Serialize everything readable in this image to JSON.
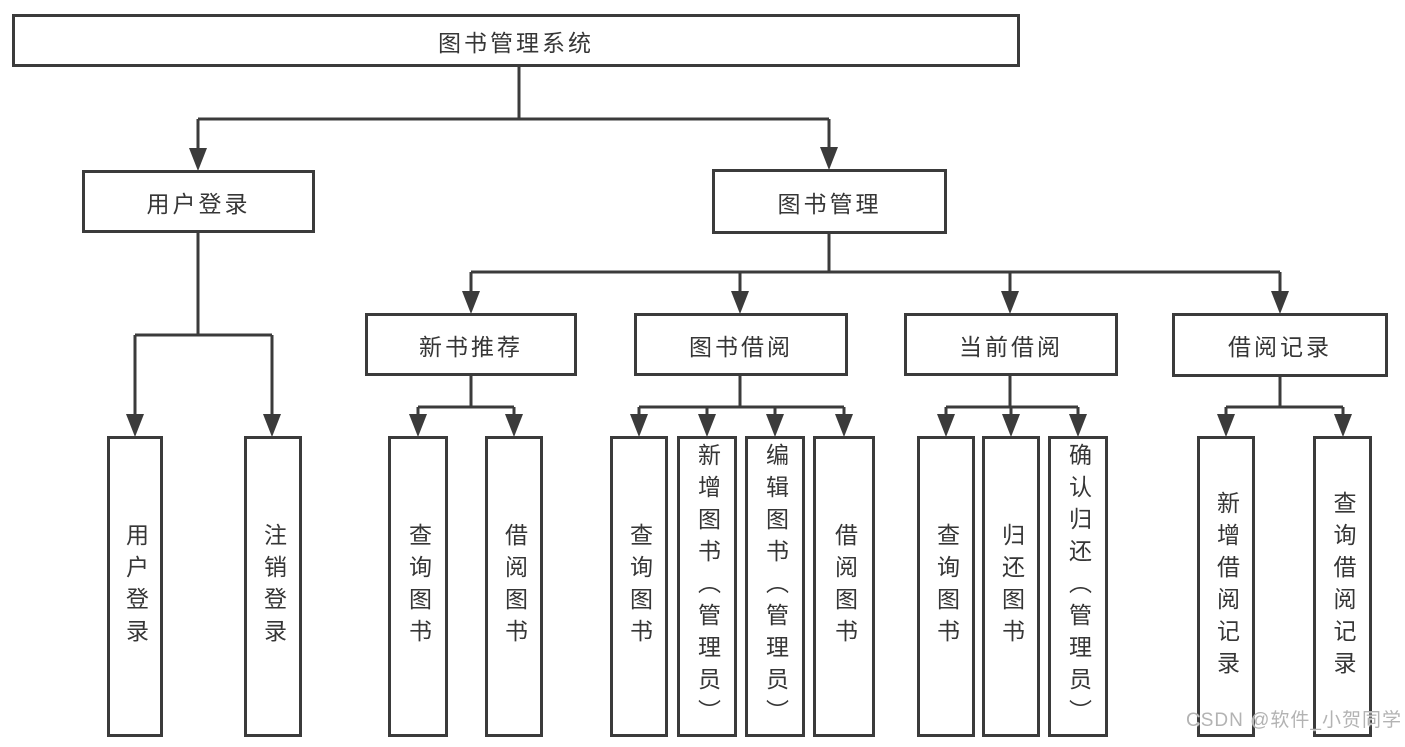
{
  "diagram": {
    "title": "图书管理系统",
    "branches": {
      "user_login": {
        "label": "用户登录",
        "children": [
          "用户登录",
          "注销登录"
        ]
      },
      "book_management": {
        "label": "图书管理",
        "groups": [
          {
            "label": "新书推荐",
            "children": [
              "查询图书",
              "借阅图书"
            ]
          },
          {
            "label": "图书借阅",
            "children": [
              "查询图书",
              "新增图书（管理员）",
              "编辑图书（管理员）",
              "借阅图书"
            ]
          },
          {
            "label": "当前借阅",
            "children": [
              "查询图书",
              "归还图书",
              "确认归还（管理员）"
            ]
          },
          {
            "label": "借阅记录",
            "children": [
              "新增借阅记录",
              "查询借阅记录"
            ]
          }
        ]
      }
    },
    "watermark": "CSDN @软件_小贺同学"
  },
  "colors": {
    "line": "#3b3b3b",
    "text": "#363636",
    "background": "#ffffff",
    "watermark": "#b3b3b3"
  }
}
